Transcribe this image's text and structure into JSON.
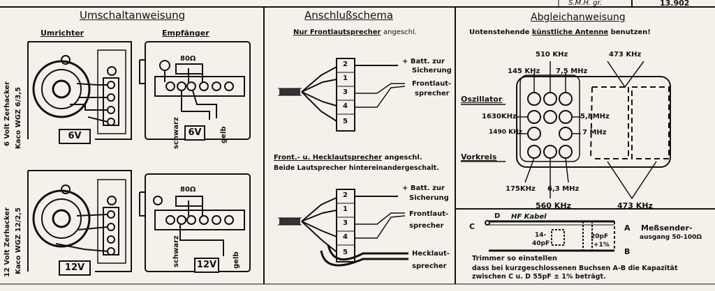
{
  "header": {
    "left_note": "S.M.H. gr.",
    "doc_number": "13.902"
  },
  "umschalt": {
    "title": "Umschaltanweisung",
    "umrichter": "Umrichter",
    "empfaenger": "Empfänger",
    "top": {
      "side_label_1": "6 Volt Zerhacker",
      "side_label_2": "Kaco WGZ 6/3,5",
      "resistor": "80Ω",
      "voltage_left": "6V",
      "voltage_right": "6V",
      "wire_1": "schwarz",
      "wire_2": "gelb"
    },
    "bottom": {
      "side_label_1": "12 Volt Zerhacker",
      "side_label_2": "Kaco WGZ 12/2,5",
      "resistor": "80Ω",
      "voltage_left": "12V",
      "voltage_right": "12V",
      "wire_1": "schwarz",
      "wire_2": "gelb"
    }
  },
  "anschluss": {
    "title": "Anschlußschema",
    "top": {
      "subtitle_bold": "Nur Frontlautsprecher",
      "subtitle_rest": "angeschl.",
      "label_batt_1": "+ Batt. zur",
      "label_batt_2": "Sicherung",
      "label_front_1": "Frontlaut-",
      "label_front_2": "sprecher",
      "terminals": [
        "2",
        "1",
        "3",
        "4",
        "5"
      ]
    },
    "bottom": {
      "subtitle_bold": "Front.- u. Hecklautsprecher",
      "subtitle_rest": "angeschl.",
      "subtitle_2": "Beide Lautsprecher hintereinandergeschalt.",
      "label_batt_1": "+ Batt. zur",
      "label_batt_2": "Sicherung",
      "label_front_1": "Frontlaut-",
      "label_front_2": "sprecher",
      "label_heck_1": "Hecklaut-",
      "label_heck_2": "sprecher",
      "terminals": [
        "2",
        "1",
        "3",
        "4",
        "5"
      ]
    }
  },
  "abgleich": {
    "title": "Abgleichanweisung",
    "subtitle_pre": "Untenstehende",
    "subtitle_underlined": "künstliche Antenne",
    "subtitle_post": "benutzen!",
    "freq_510": "510 KHz",
    "freq_473_top": "473 KHz",
    "freq_145": "145 KHz",
    "freq_75": "7,5 MHz",
    "oszillator": "Oszillator",
    "freq_1630": "1630KHz",
    "freq_58": "5,8MHz",
    "freq_1490": "1490 KHz",
    "freq_7": "7 MHz",
    "vorkreis": "Vorkreis",
    "freq_175": "175KHz",
    "freq_63": "6,3 MHz",
    "freq_560": "560 KHz",
    "freq_473_bottom": "473 KHz"
  },
  "messsender": {
    "label_c": "C",
    "label_d": "D",
    "hf_kabel": "HF Kabel",
    "label_a": "A",
    "label_b": "B",
    "messsender_1": "Meßsender-",
    "messsender_2": "ausgang 50-100Ω",
    "trimmer_1": "14-",
    "trimmer_2": "40pF",
    "cap_1": "20pF",
    "cap_2": "+1%",
    "line_1": "Trimmer so einstellen",
    "line_2": "dass bei kurzgeschlossenen Buchsen A-B die Kapazität",
    "line_3": "zwischen C u. D 55pF ± 1% beträgt."
  }
}
